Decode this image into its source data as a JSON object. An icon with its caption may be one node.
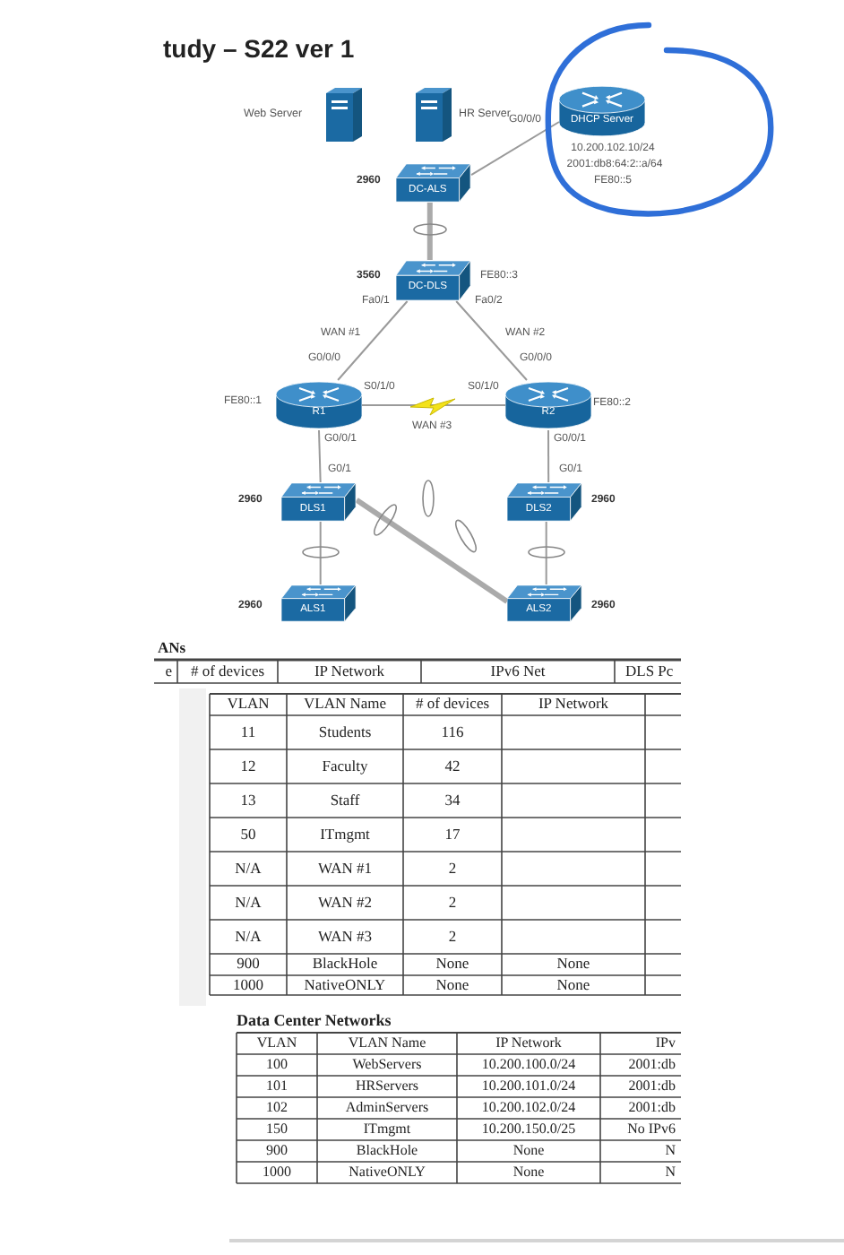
{
  "diagram": {
    "title": "tudy – S22 ver 1",
    "nodes": [
      {
        "text": [
          "Web Server"
        ]
      },
      {
        "text": [
          "HR Server"
        ]
      },
      {
        "text": [
          "DHCP Server"
        ],
        "beside": [
          "10.200.102.10/24",
          "2001:db8:64:2::a/64",
          "FE80::5"
        ]
      },
      {
        "text": [
          "DC-ALS"
        ],
        "beside": [
          "2960"
        ]
      },
      {
        "text": [
          "DC-DLS"
        ],
        "beside": [
          "3560",
          "FE80::3"
        ]
      },
      {
        "text": [
          "R1"
        ],
        "beside": [
          "FE80::1"
        ]
      },
      {
        "text": [
          "R2"
        ],
        "beside": [
          "FE80::2"
        ]
      },
      {
        "text": [
          "DLS1"
        ],
        "beside": [
          "2960"
        ]
      },
      {
        "text": [
          "DLS2"
        ],
        "beside": [
          "2960"
        ]
      },
      {
        "text": [
          "ALS1"
        ],
        "beside": [
          "2960"
        ]
      },
      {
        "text": [
          "ALS2"
        ],
        "beside": [
          "2960"
        ]
      }
    ],
    "edges": [
      {
        "from": 2,
        "to": 3,
        "arrow": "none"
      },
      {
        "from": 3,
        "to": 4,
        "arrow": "none",
        "style": "thick"
      },
      {
        "from": 4,
        "to": 5,
        "arrow": "none",
        "label": "WAN #1"
      },
      {
        "from": 4,
        "to": 6,
        "arrow": "none",
        "label": "WAN #2"
      },
      {
        "from": 5,
        "to": 6,
        "arrow": "none",
        "label": "WAN #3"
      },
      {
        "from": 5,
        "to": 7,
        "arrow": "none"
      },
      {
        "from": 6,
        "to": 8,
        "arrow": "none"
      },
      {
        "from": 7,
        "to": 9,
        "arrow": "none"
      },
      {
        "from": 8,
        "to": 10,
        "arrow": "none"
      },
      {
        "from": 7,
        "to": 10,
        "arrow": "none",
        "style": "thick"
      }
    ],
    "labels": [
      "G0/0/0",
      "Fa0/1",
      "Fa0/2",
      "G0/0/0",
      "G0/0/0",
      "S0/1/0",
      "S0/1/0",
      "G0/0/1",
      "G0/0/1",
      "G0/1",
      "G0/1",
      "ANs",
      "e",
      "# of devices",
      "IP Network",
      "IPv6 Net",
      "DLS Pc",
      "VLAN",
      "VLAN Name",
      "# of devices",
      "IP Network",
      "11",
      "Students",
      "116",
      "12",
      "Faculty",
      "42",
      "13",
      "Staff",
      "34",
      "50",
      "ITmgmt",
      "17",
      "N/A",
      "WAN #1",
      "2",
      "N/A",
      "WAN #2",
      "2",
      "N/A",
      "WAN #3",
      "2",
      "900",
      "BlackHole",
      "None",
      "None",
      "1000",
      "NativeONLY",
      "None",
      "None",
      "Data Center Networks",
      "VLAN",
      "VLAN Name",
      "IP Network",
      "IPv",
      "100",
      "WebServers",
      "10.200.100.0/24",
      "2001:db",
      "101",
      "HRServers",
      "10.200.101.0/24",
      "2001:db",
      "102",
      "AdminServers",
      "10.200.102.0/24",
      "2001:db",
      "150",
      "ITmgmt",
      "10.200.150.0/25",
      "No IPv6",
      "900",
      "BlackHole",
      "None",
      "N",
      "1000",
      "NativeONLY",
      "None",
      "N"
    ]
  }
}
